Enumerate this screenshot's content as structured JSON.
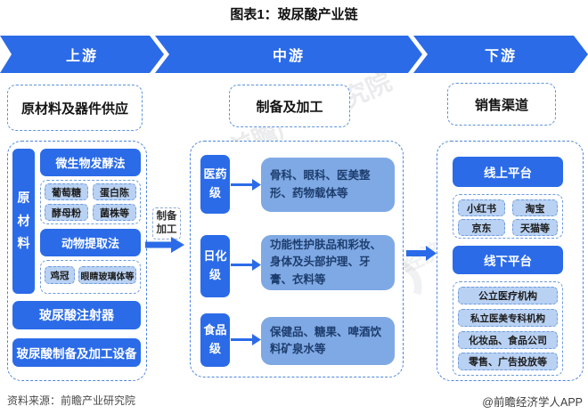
{
  "title": "图表1：玻尿酸产业链",
  "banner": {
    "segments": [
      "上游",
      "中游",
      "下游"
    ]
  },
  "upstream": {
    "header": "原材料及器件供应",
    "side_label": "原材料",
    "fermentation": "微生物发酵法",
    "fermentation_items": [
      "葡萄糖",
      "蛋白陈",
      "酵母粉",
      "菌株等"
    ],
    "animal": "动物提取法",
    "animal_items": [
      "鸡冠",
      "眼睛玻璃体等"
    ],
    "injector": "玻尿酸注射器",
    "equipment": "玻尿酸制备及加工设备"
  },
  "link": {
    "label": "制备加工"
  },
  "midstream": {
    "header": "制备及加工",
    "rows": [
      {
        "grade": "医药级",
        "desc": "骨科、眼科、医美整形、药物载体等"
      },
      {
        "grade": "日化级",
        "desc": "功能性护肤品和彩妆、身体及头部护理、牙膏、衣料等"
      },
      {
        "grade": "食品级",
        "desc": "保健品、糖果、啤酒饮料矿泉水等"
      }
    ]
  },
  "downstream": {
    "header": "销售渠道",
    "online": "线上平台",
    "online_items": [
      "小红书",
      "淘宝",
      "京东",
      "天猫等"
    ],
    "offline": "线下平台",
    "offline_items": [
      "公立医疗机构",
      "私立医美专科机构",
      "化妆品、食品公司",
      "零售、广告投放等"
    ]
  },
  "footer": {
    "source": "资料来源：前瞻产业研究院",
    "credit": "@前瞻经济学人APP"
  },
  "watermark": {
    "text1": "前瞻产业研究院",
    "text2": "前瞻经济学人"
  },
  "colors": {
    "primary": "#2B6BE8",
    "desc_box": "#7FA9E4",
    "pale_box": "#B9D1F2",
    "dashed_border": "#4D86DB",
    "desc_text": "#1D3D6E"
  }
}
